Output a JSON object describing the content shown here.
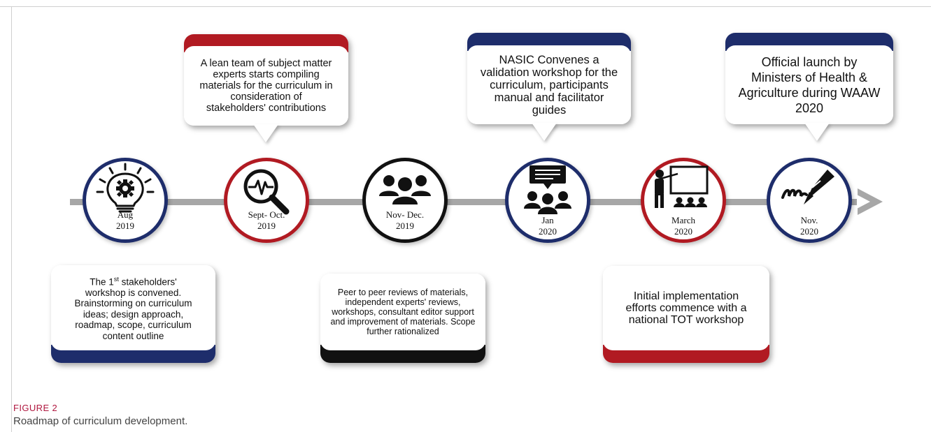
{
  "colors": {
    "navy": "#1e2d6b",
    "red": "#b11a22",
    "black": "#111111",
    "axis": "#a7a7a7",
    "figure_label": "#b0173f"
  },
  "milestones": [
    {
      "date_line1": "Aug",
      "date_line2": "2019",
      "icon": "lightbulb-gear-icon",
      "color": "navy"
    },
    {
      "date_line1": "Sept- Oct.",
      "date_line2": "2019",
      "icon": "magnifier-pulse-icon",
      "color": "red"
    },
    {
      "date_line1": "Nov- Dec.",
      "date_line2": "2019",
      "icon": "group-icon",
      "color": "black"
    },
    {
      "date_line1": "Jan",
      "date_line2": "2020",
      "icon": "meeting-speech-icon",
      "color": "navy"
    },
    {
      "date_line1": "March",
      "date_line2": "2020",
      "icon": "presenter-board-icon",
      "color": "red"
    },
    {
      "date_line1": "Nov.",
      "date_line2": "2020",
      "icon": "pen-signature-icon",
      "color": "navy"
    }
  ],
  "callouts": {
    "sept_oct": "A lean team of subject matter experts starts compiling materials for the curriculum in consideration of stakeholders' contributions",
    "jan": "NASIC Convenes a validation workshop for the curriculum, participants manual and facilitator guides",
    "nov": "Official launch by Ministers of Health & Agriculture during WAAW 2020",
    "aug_line1_pre": "The 1",
    "aug_line1_sup": "st",
    "aug_line1_post": " stakeholders'",
    "aug_rest": "workshop is convened. Brainstorming on curriculum ideas; design approach, roadmap, scope, curriculum content outline",
    "nov_dec": "Peer to peer reviews of materials, independent experts' reviews, workshops, consultant editor support and improvement of materials. Scope further rationalized",
    "march": "Initial implementation efforts commence with a national TOT workshop"
  },
  "figure": {
    "label": "FIGURE 2",
    "caption": "Roadmap of curriculum development."
  }
}
